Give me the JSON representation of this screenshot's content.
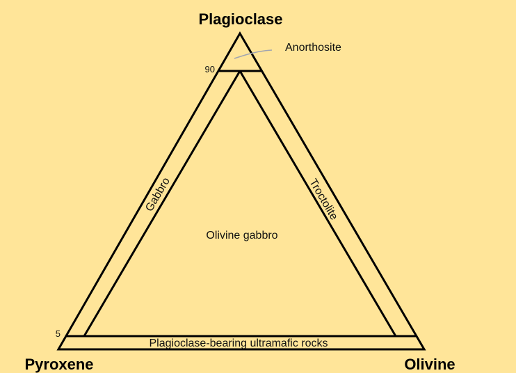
{
  "diagram": {
    "type": "ternary-classification",
    "background": "#FFE599",
    "line_color": "#000000",
    "leader_color": "#A0A4B0",
    "vertices": {
      "top": "Plagioclase",
      "bottom_left": "Pyroxene",
      "bottom_right": "Olivine"
    },
    "ticks": {
      "upper": "90",
      "lower": "5"
    },
    "fields": {
      "anorthosite": "Anorthosite",
      "gabbro": "Gabbro",
      "troctolite": "Troctolite",
      "olivine_gabbro": "Olivine gabbro",
      "ultramafic": "Plagioclase-bearing ultramafic rocks"
    }
  }
}
